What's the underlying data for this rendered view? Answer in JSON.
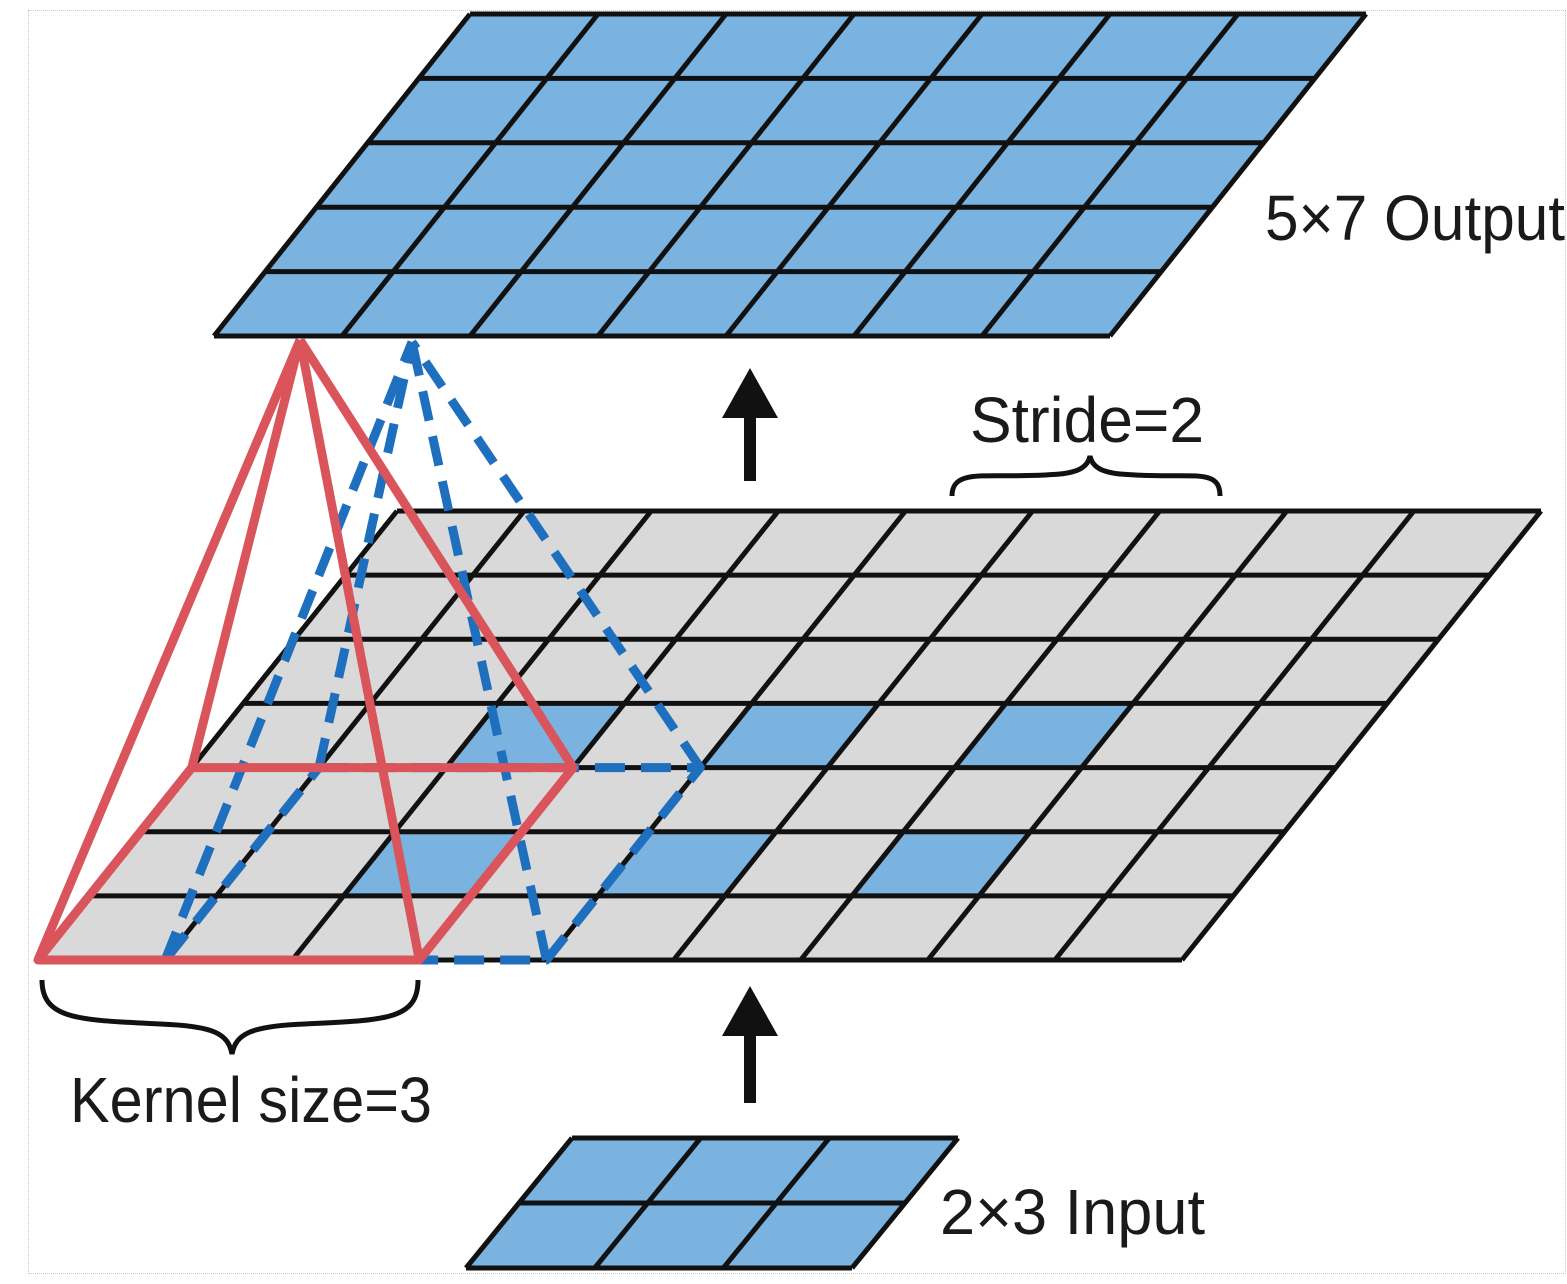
{
  "labels": {
    "output": "5×7 Output",
    "stride": "Stride=2",
    "kernel": "Kernel size=3",
    "input": "2×3 Input"
  },
  "grids": {
    "output": {
      "rows": 5,
      "cols": 7
    },
    "padded": {
      "rows": 7,
      "cols": 9
    },
    "input": {
      "rows": 2,
      "cols": 3
    }
  },
  "input_positions_in_padded": [
    [
      3,
      2
    ],
    [
      3,
      4
    ],
    [
      3,
      6
    ],
    [
      5,
      2
    ],
    [
      5,
      4
    ],
    [
      5,
      6
    ]
  ],
  "kernel_size": 3,
  "stride": 2,
  "colors": {
    "blue_cell": "#7ab3e0",
    "gray_cell": "#d9d9d9",
    "grid_line": "#111111",
    "kernel_red": "#d9545b",
    "kernel_blue": "#1f6fbf"
  },
  "icons": [
    "arrow-up-icon",
    "arrow-up-icon",
    "brace-icon",
    "brace-icon"
  ]
}
